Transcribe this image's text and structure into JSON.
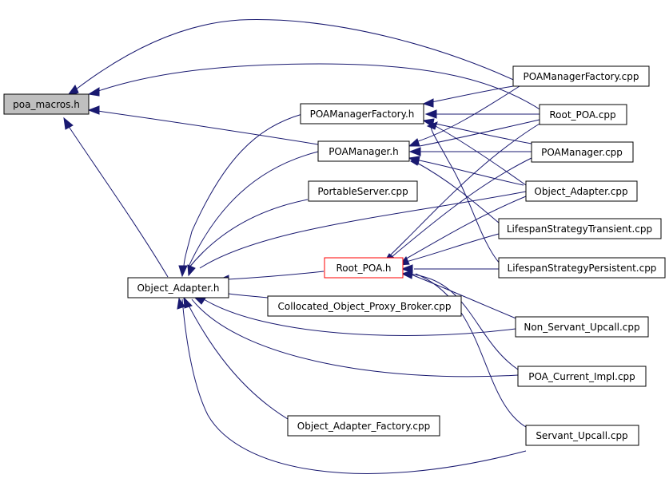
{
  "nodes": {
    "poa_macros_h": "poa_macros.h",
    "poamanagerfactory_h": "POAManagerFactory.h",
    "poamanager_h": "POAManager.h",
    "portableserver_cpp": "PortableServer.cpp",
    "object_adapter_h": "Object_Adapter.h",
    "root_poa_h": "Root_POA.h",
    "collocated_cpp": "Collocated_Object_Proxy_Broker.cpp",
    "object_adapter_factory_cpp": "Object_Adapter_Factory.cpp",
    "poamanagerfactory_cpp": "POAManagerFactory.cpp",
    "root_poa_cpp": "Root_POA.cpp",
    "poamanager_cpp": "POAManager.cpp",
    "object_adapter_cpp": "Object_Adapter.cpp",
    "lifespan_transient_cpp": "LifespanStrategyTransient.cpp",
    "lifespan_persistent_cpp": "LifespanStrategyPersistent.cpp",
    "non_servant_upcall_cpp": "Non_Servant_Upcall.cpp",
    "poa_current_impl_cpp": "POA_Current_Impl.cpp",
    "servant_upcall_cpp": "Servant_Upcall.cpp"
  },
  "colors": {
    "edge": "#191970",
    "current_node_fill": "#bfbfbf",
    "highlight_border": "#ff0000"
  }
}
